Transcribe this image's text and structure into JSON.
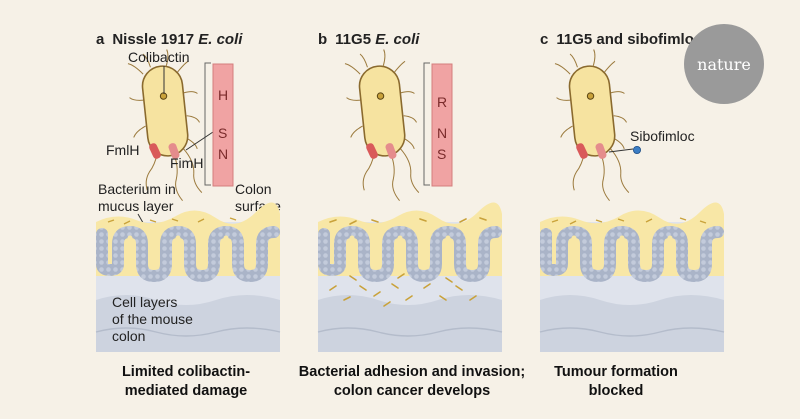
{
  "panels": [
    {
      "letter": "a",
      "title_plain": "Nissle 1917 ",
      "title_italic": "E. coli",
      "bar_letters": [
        "H",
        "S",
        "N"
      ],
      "caption": [
        "Limited colibactin-",
        "mediated damage"
      ]
    },
    {
      "letter": "b",
      "title_plain": "11G5 ",
      "title_italic": "E. coli",
      "bar_letters": [
        "R",
        "N",
        "S"
      ],
      "caption": [
        "Bacterial adhesion and invasion;",
        "colon cancer develops"
      ]
    },
    {
      "letter": "c",
      "title_plain": "11G5 and sibofimloc",
      "title_italic": "",
      "bar_letters": [],
      "caption": [
        "Tumour formation",
        "blocked"
      ]
    }
  ],
  "labels": {
    "colibactin": "Colibactin",
    "fmlh": "FmlH",
    "fimh": "FimH",
    "bacterium_1": "Bacterium in",
    "bacterium_2": "mucus layer",
    "colon_1": "Colon",
    "colon_2": "surface",
    "cells_1": "Cell layers",
    "cells_2": "of the mouse",
    "cells_3": "colon",
    "sibofimloc": "Sibofimloc"
  },
  "logo": "nature",
  "colors": {
    "background": "#f6f1e7",
    "bacterium": "#f6e3a0",
    "mucus": "#f8e7a6",
    "epithelium": "#aab4c8",
    "tissue_light": "#dfe3ec",
    "tissue_dark": "#cdd3df",
    "adhesin": "#d95a5a",
    "bar": "#f0a3a3",
    "sibofimloc_dot": "#3b7dc4",
    "logo_circle": "#9a9a9a"
  }
}
